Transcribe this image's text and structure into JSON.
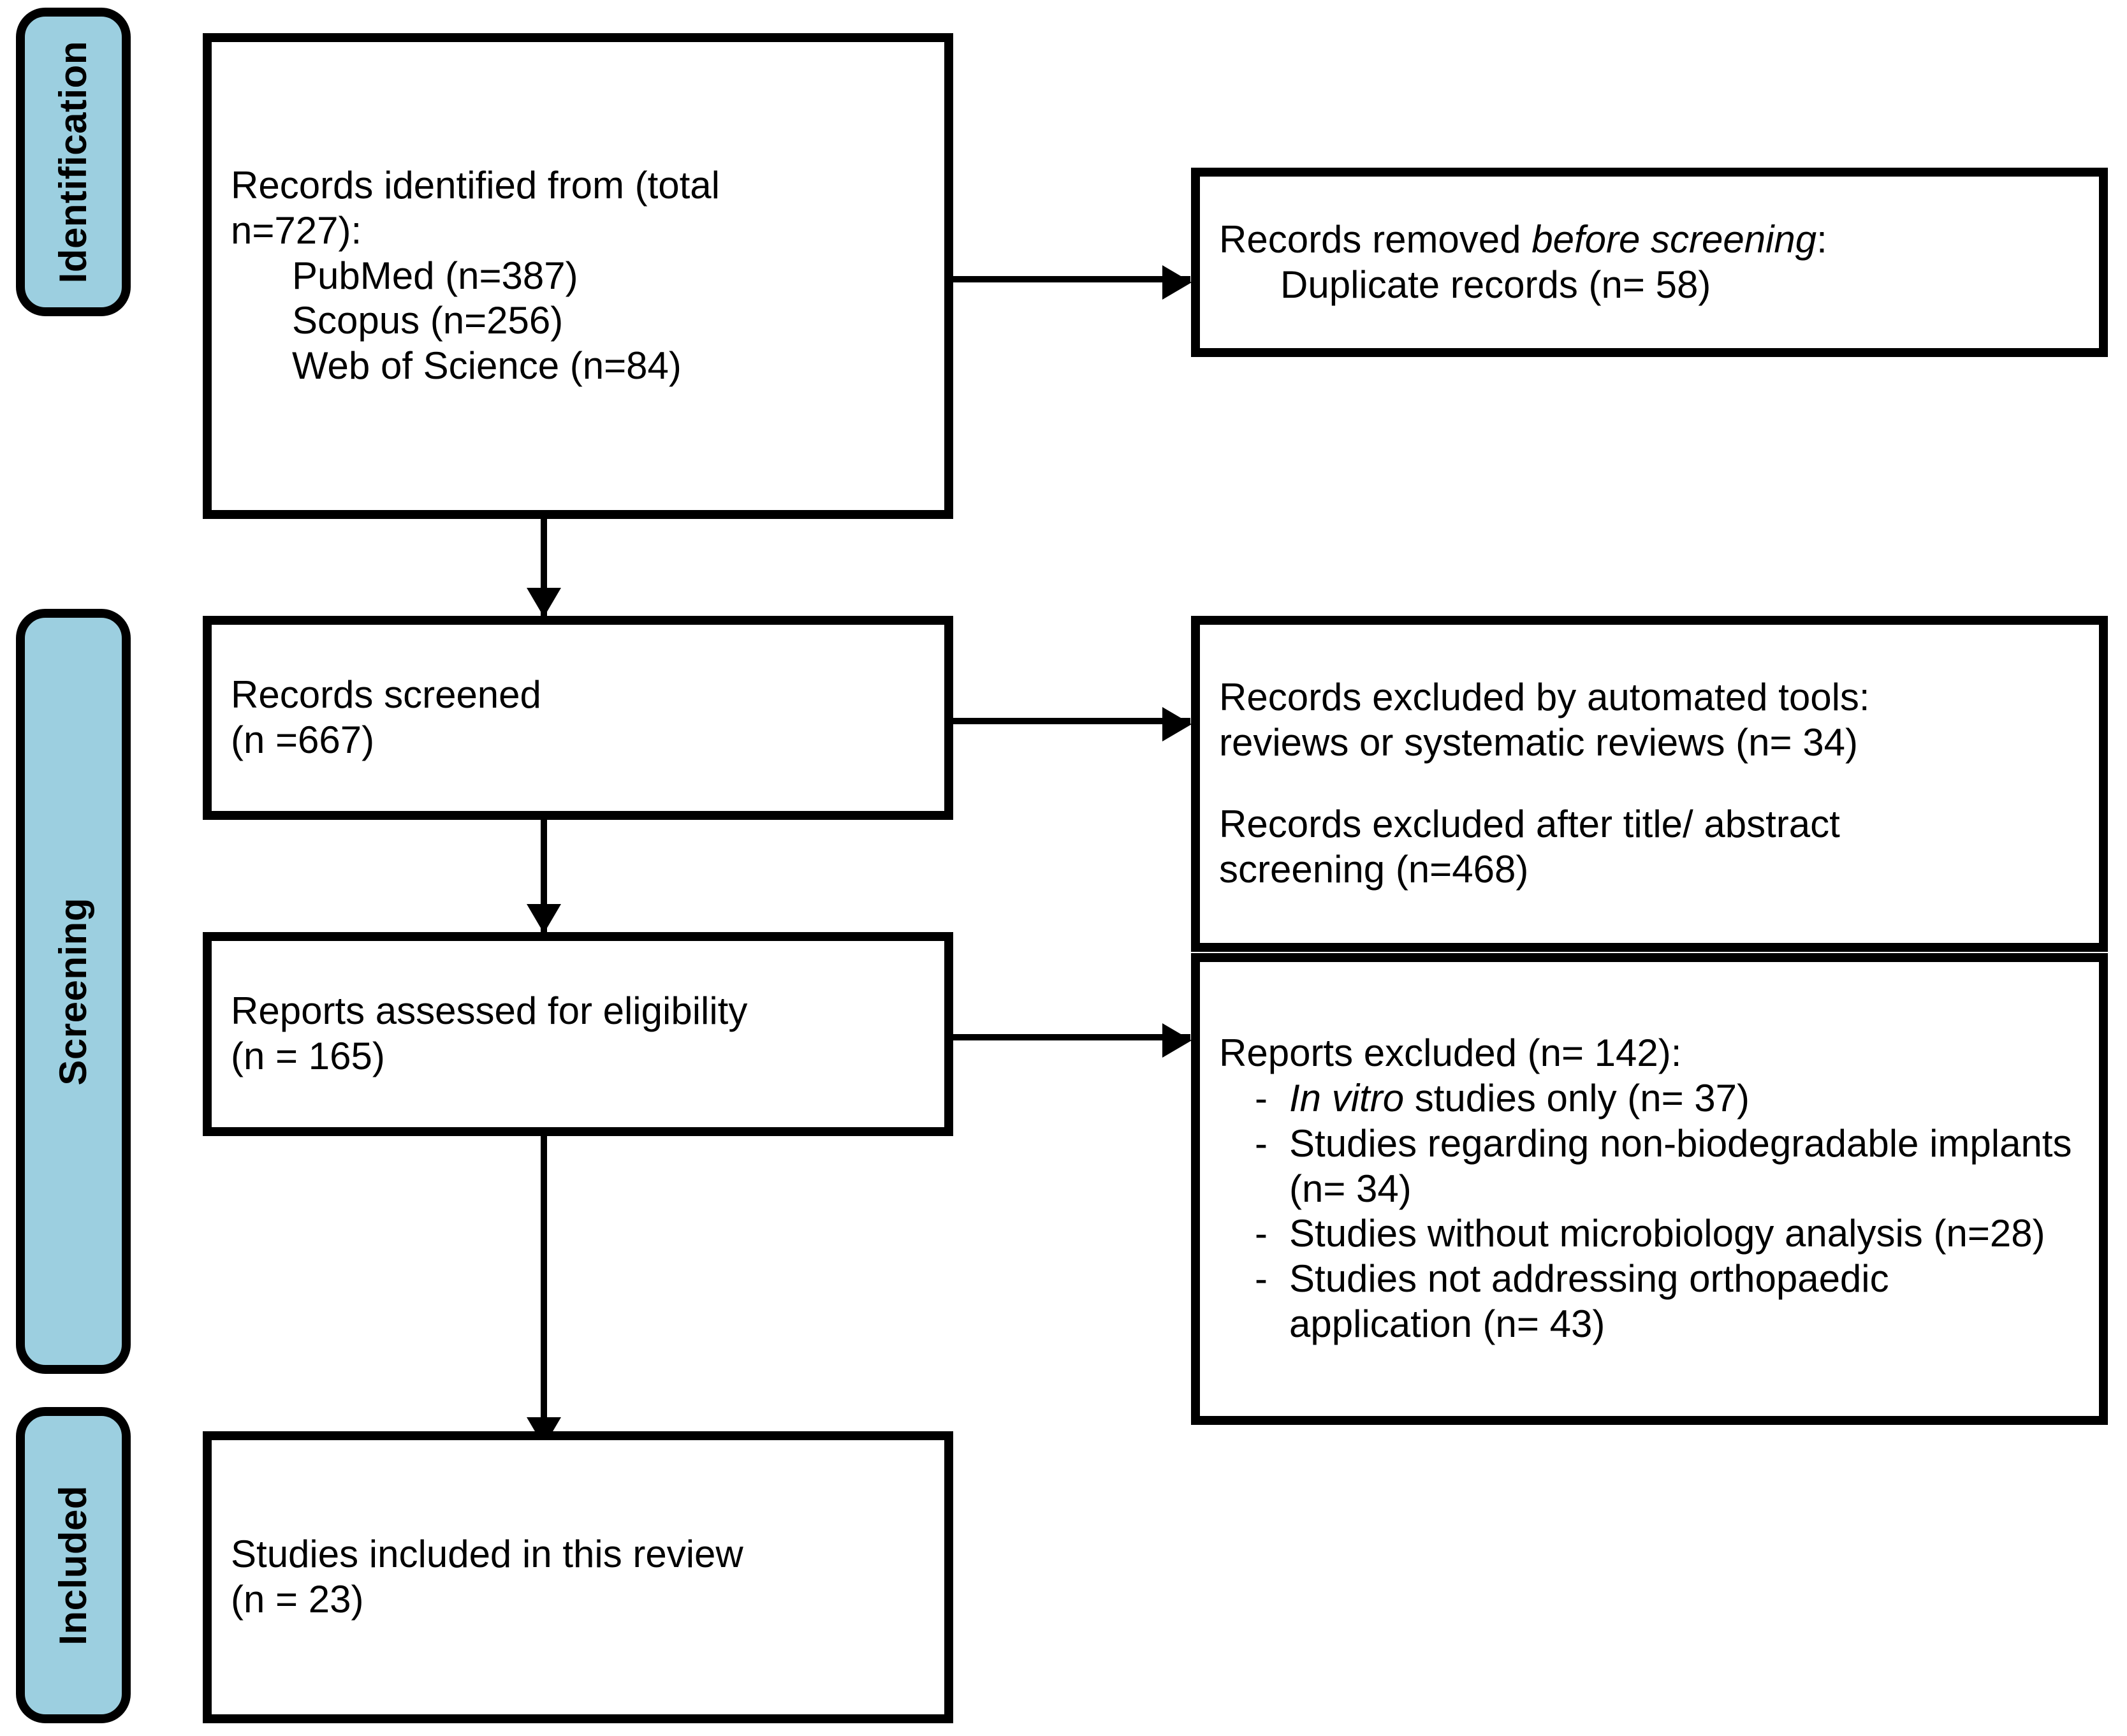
{
  "diagram": {
    "type": "prisma-flow-diagram",
    "accent_color": "#9CCFE0",
    "line_color": "#000000",
    "background_color": "#FFFFFF"
  },
  "stages": [
    {
      "label": "Identification"
    },
    {
      "label": "Screening"
    },
    {
      "label": "Included"
    }
  ],
  "boxes": {
    "identified": {
      "line1": "Records identified from (total",
      "line2": "n=727):",
      "source1": "PubMed (n=387)",
      "source2": "Scopus (n=256)",
      "source3": "Web of Science (n=84)"
    },
    "removed_before_screening": {
      "line1_prefix": "Records removed ",
      "line1_italic": "before screening",
      "line1_suffix": ":",
      "line2": "Duplicate records (n= 58)"
    },
    "records_screened": {
      "line1": "Records screened",
      "line2": "(n =667)"
    },
    "records_excluded": {
      "line1": "Records excluded by automated tools:",
      "line2": "reviews or systematic reviews (n= 34)",
      "line3": "Records excluded after title/ abstract",
      "line4": "screening (n=468)"
    },
    "reports_assessed": {
      "line1": "Reports assessed for eligibility",
      "line2": "(n = 165)"
    },
    "reports_excluded": {
      "heading": "Reports excluded (n= 142):",
      "bullet_marker": "-",
      "items": [
        {
          "italic_prefix": "In vitro",
          "text": " studies only (n= 37)"
        },
        {
          "italic_prefix": "",
          "text": "Studies regarding non-biodegradable implants (n= 34)"
        },
        {
          "italic_prefix": "",
          "text": "Studies without microbiology analysis (n=28)"
        },
        {
          "italic_prefix": "",
          "text": "Studies not addressing orthopaedic application (n= 43)"
        }
      ]
    },
    "studies_included": {
      "line1": "Studies included in this review",
      "line2": "(n = 23)"
    }
  },
  "chart_data": {
    "type": "diagram",
    "title": "PRISMA 2020 flow diagram",
    "nodes": [
      {
        "id": "identified",
        "stage": "Identification",
        "label": "Records identified from (total n=727)",
        "n": 727,
        "breakdown": [
          {
            "source": "PubMed",
            "n": 387
          },
          {
            "source": "Scopus",
            "n": 256
          },
          {
            "source": "Web of Science",
            "n": 84
          }
        ]
      },
      {
        "id": "removed_before_screening",
        "stage": "Identification",
        "label": "Records removed before screening: Duplicate records",
        "n": 58
      },
      {
        "id": "records_screened",
        "stage": "Screening",
        "label": "Records screened",
        "n": 667
      },
      {
        "id": "records_excluded",
        "stage": "Screening",
        "label": "Records excluded",
        "breakdown": [
          {
            "reason": "Records excluded by automated tools: reviews or systematic reviews",
            "n": 34
          },
          {
            "reason": "Records excluded after title/ abstract screening",
            "n": 468
          }
        ]
      },
      {
        "id": "reports_assessed",
        "stage": "Screening",
        "label": "Reports assessed for eligibility",
        "n": 165
      },
      {
        "id": "reports_excluded",
        "stage": "Screening",
        "label": "Reports excluded",
        "n": 142,
        "breakdown": [
          {
            "reason": "In vitro studies only",
            "n": 37
          },
          {
            "reason": "Studies regarding non-biodegradable implants",
            "n": 34
          },
          {
            "reason": "Studies without microbiology analysis",
            "n": 28
          },
          {
            "reason": "Studies not addressing orthopaedic application",
            "n": 43
          }
        ]
      },
      {
        "id": "studies_included",
        "stage": "Included",
        "label": "Studies included in this review",
        "n": 23
      }
    ],
    "edges": [
      {
        "from": "identified",
        "to": "removed_before_screening",
        "direction": "right"
      },
      {
        "from": "identified",
        "to": "records_screened",
        "direction": "down"
      },
      {
        "from": "records_screened",
        "to": "records_excluded",
        "direction": "right"
      },
      {
        "from": "records_screened",
        "to": "reports_assessed",
        "direction": "down"
      },
      {
        "from": "reports_assessed",
        "to": "reports_excluded",
        "direction": "right"
      },
      {
        "from": "reports_assessed",
        "to": "studies_included",
        "direction": "down"
      }
    ]
  }
}
